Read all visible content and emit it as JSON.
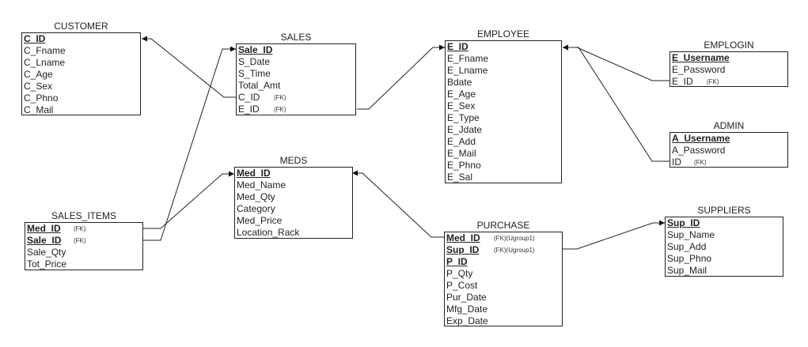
{
  "entities": {
    "customer": {
      "title": "CUSTOMER",
      "rows": [
        {
          "name": "C_ID"
        },
        {
          "name": "C_Fname"
        },
        {
          "name": "C_Lname"
        },
        {
          "name": "C_Age"
        },
        {
          "name": "C_Sex"
        },
        {
          "name": "C_Phno"
        },
        {
          "name": "C_Mail"
        }
      ]
    },
    "sales": {
      "title": "SALES",
      "rows": [
        {
          "name": "Sale_ID"
        },
        {
          "name": "S_Date"
        },
        {
          "name": "S_Time"
        },
        {
          "name": "Total_Amt"
        },
        {
          "name": "C_ID",
          "note": "(FK)"
        },
        {
          "name": "E_ID",
          "note": "(FK)"
        }
      ]
    },
    "employee": {
      "title": "EMPLOYEE",
      "rows": [
        {
          "name": "E_ID"
        },
        {
          "name": "E_Fname"
        },
        {
          "name": "E_Lname"
        },
        {
          "name": "Bdate"
        },
        {
          "name": "E_Age"
        },
        {
          "name": "E_Sex"
        },
        {
          "name": "E_Type"
        },
        {
          "name": "E_Jdate"
        },
        {
          "name": "E_Add"
        },
        {
          "name": "E_Mail"
        },
        {
          "name": "E_Phno"
        },
        {
          "name": "E_Sal"
        }
      ]
    },
    "emplogin": {
      "title": "EMPLOGIN",
      "rows": [
        {
          "name": "E_Username"
        },
        {
          "name": "E_Password"
        },
        {
          "name": "E_ID",
          "note": "(FK)"
        }
      ]
    },
    "admin": {
      "title": "ADMIN",
      "rows": [
        {
          "name": "A_Username"
        },
        {
          "name": "A_Password"
        },
        {
          "name": "ID",
          "note": "(FK)"
        }
      ]
    },
    "meds": {
      "title": "MEDS",
      "rows": [
        {
          "name": "Med_ID"
        },
        {
          "name": "Med_Name"
        },
        {
          "name": "Med_Qty"
        },
        {
          "name": "Category"
        },
        {
          "name": "Med_Price"
        },
        {
          "name": "Location_Rack"
        }
      ]
    },
    "sales_items": {
      "title": "SALES_ITEMS",
      "rows": [
        {
          "name": "Med_ID",
          "note": "(FK)"
        },
        {
          "name": "Sale_ID",
          "note": "(FK)"
        },
        {
          "name": "Sale_Qty"
        },
        {
          "name": "Tot_Price"
        }
      ]
    },
    "purchase": {
      "title": "PURCHASE",
      "rows": [
        {
          "name": "Med_ID",
          "note": "(FK)(Ugroup1)"
        },
        {
          "name": "Sup_ID",
          "note": "(FK)(Ugroup1)"
        },
        {
          "name": "P_ID"
        },
        {
          "name": "P_Qty"
        },
        {
          "name": "P_Cost"
        },
        {
          "name": "Pur_Date"
        },
        {
          "name": "Mfg_Date"
        },
        {
          "name": "Exp_Date"
        }
      ]
    },
    "suppliers": {
      "title": "SUPPLIERS",
      "rows": [
        {
          "name": "Sup_ID"
        },
        {
          "name": "Sup_Name"
        },
        {
          "name": "Sup_Add"
        },
        {
          "name": "Sup_Phno"
        },
        {
          "name": "Sup_Mail"
        }
      ]
    }
  }
}
